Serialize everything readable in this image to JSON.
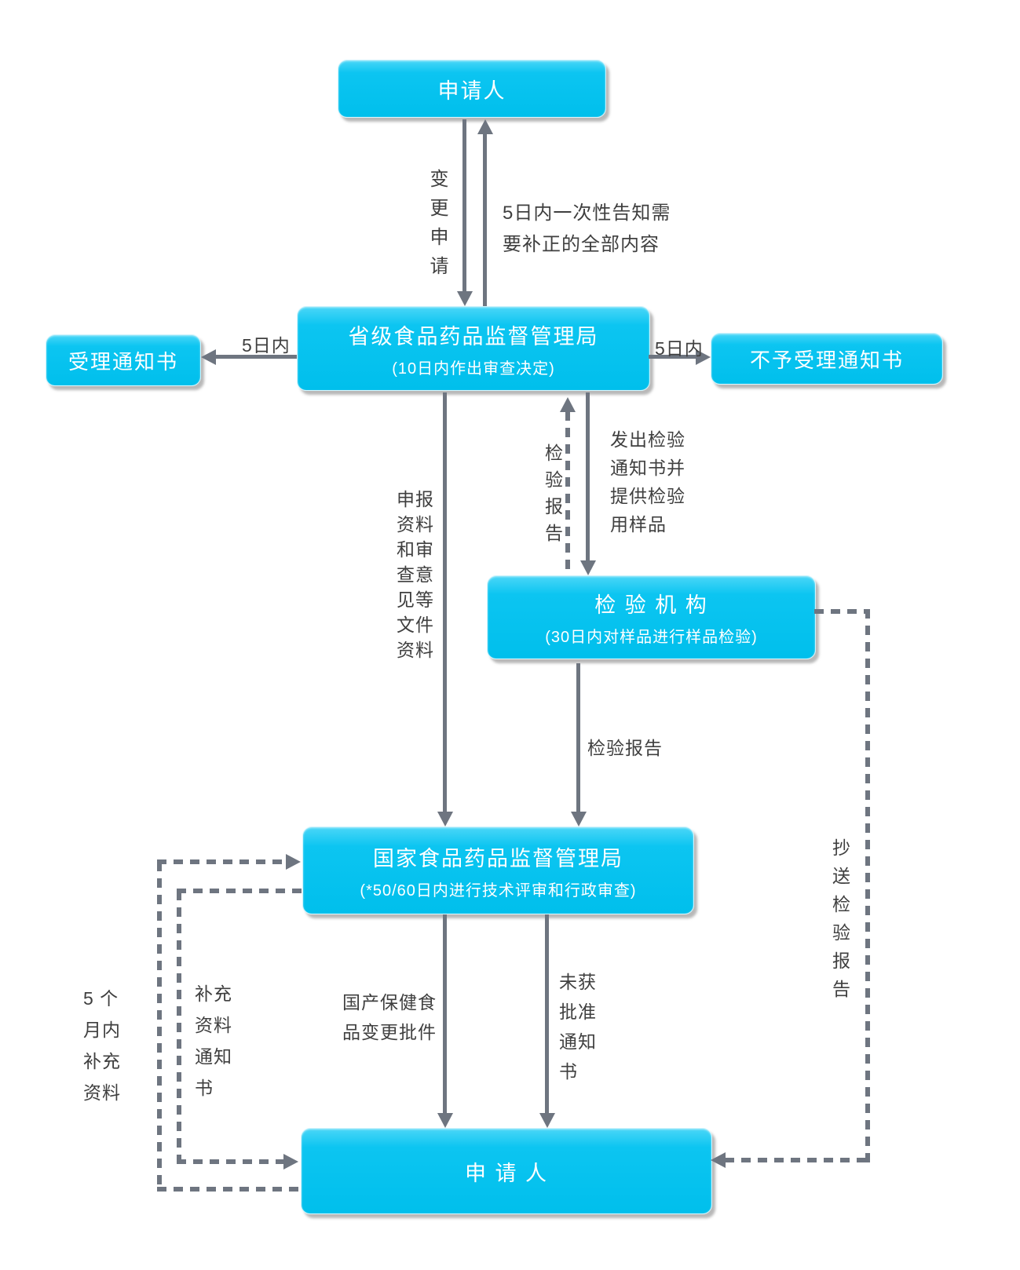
{
  "diagram": {
    "type": "flowchart",
    "background": "#ffffff",
    "colors": {
      "node_fill": "#00c0ee",
      "node_fill_highlight": "#4ad6f7",
      "node_text": "#ffffff",
      "node_shadow": "#9b9b9b",
      "arrow": "#6e7580",
      "label_text": "#3f3f3f"
    }
  },
  "nodes": {
    "applicant_top": {
      "title": "申请人"
    },
    "provincial_fda": {
      "title": "省级食品药品监督管理局",
      "subtitle": "(10日内作出审查决定)"
    },
    "acceptance_notice": {
      "title": "受理通知书"
    },
    "rejection_notice": {
      "title": "不予受理通知书"
    },
    "inspection_agency": {
      "title": "检 验 机 构",
      "subtitle": "(30日内对样品进行样品检验)"
    },
    "national_fda": {
      "title": "国家食品药品监督管理局",
      "subtitle": "(*50/60日内进行技术评审和行政审查)"
    },
    "applicant_bottom": {
      "title": "申 请 人"
    }
  },
  "edge_labels": {
    "change_application": "变\n更\n申\n请",
    "correction_notice": "5日内一次性告知需\n要补正的全部内容",
    "five_day_left": "5日内",
    "five_day_right": "5日内",
    "inspection_report_up": "检\n验\n报\n告",
    "send_sample": "发出检验\n通知书并\n提供检验\n用样品",
    "application_materials": "申报\n资料\n和审\n查意\n见等\n文件\n资料",
    "inspection_report_down": "检验报告",
    "approval_document": "国产保健食\n品变更批件",
    "not_approved": "未获\n批准\n通知\n书",
    "five_month_supplement": "5 个\n月内\n补充\n资料",
    "supplement_notice": "补充\n资料\n通知\n书",
    "copy_inspection_report": "抄\n送\n检\n验\n报\n告"
  }
}
